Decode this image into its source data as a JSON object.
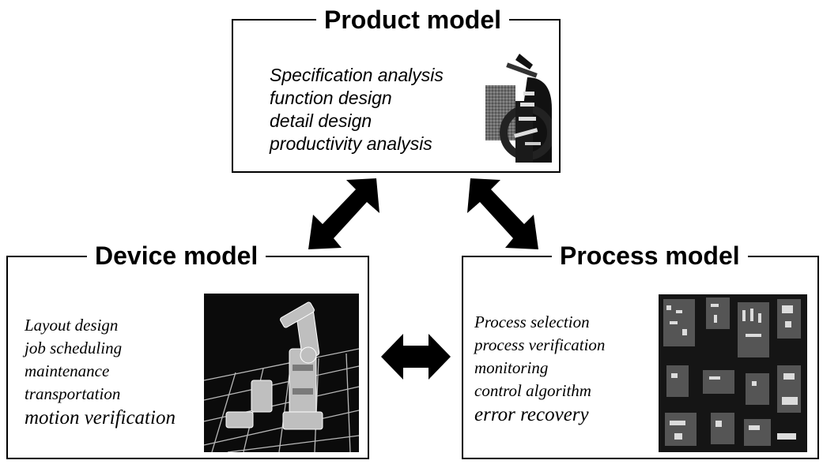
{
  "product_model": {
    "title": "Product model",
    "items": [
      "Specification analysis",
      "function design",
      "detail design",
      "productivity analysis"
    ],
    "image": "cad-part-thumbnail"
  },
  "device_model": {
    "title": "Device model",
    "items": [
      "Layout design",
      "job scheduling",
      "maintenance",
      "transportation",
      "motion verification"
    ],
    "image": "robot-arm-simulation-thumbnail"
  },
  "process_model": {
    "title": "Process model",
    "items": [
      "Process selection",
      "process verification",
      "monitoring",
      "control algorithm",
      "error recovery"
    ],
    "image": "process-monitor-thumbnail"
  },
  "arrows": [
    "product-device-double-arrow",
    "product-process-double-arrow",
    "device-process-double-arrow"
  ]
}
